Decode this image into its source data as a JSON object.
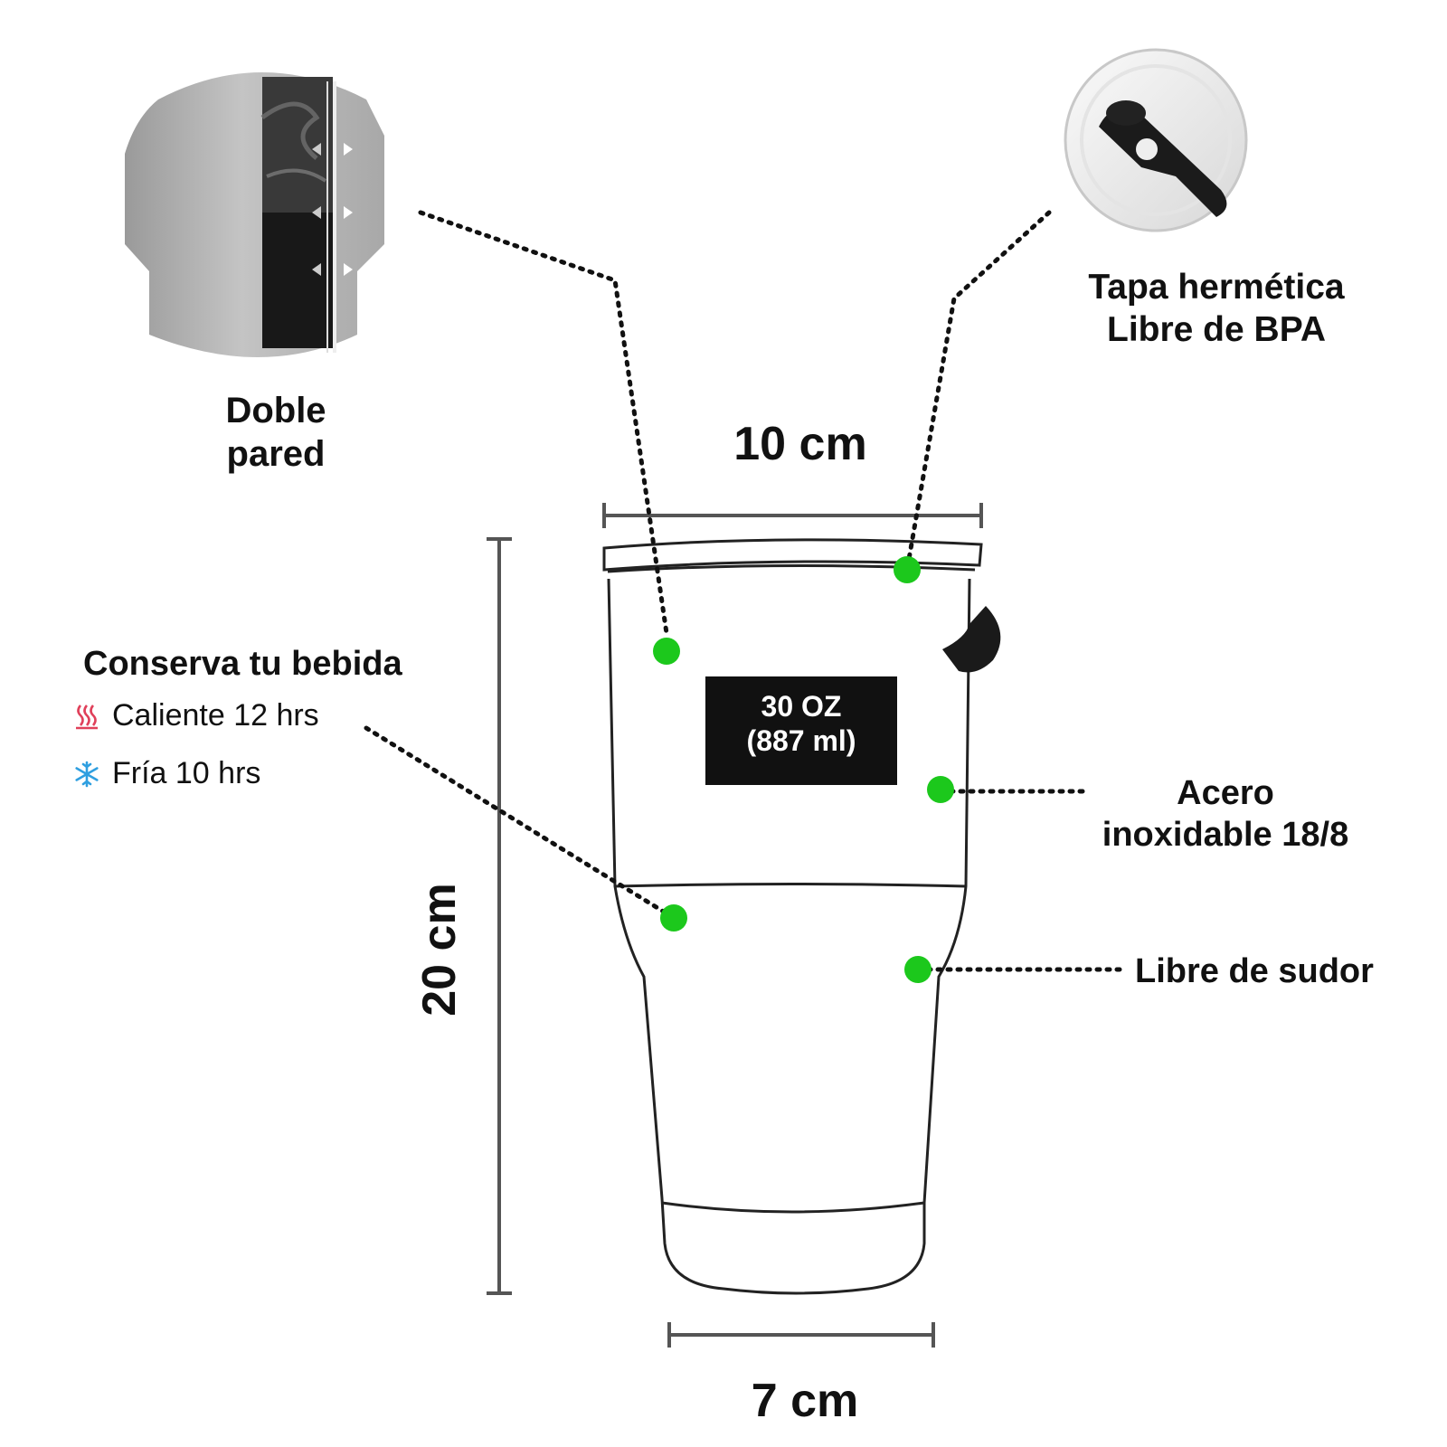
{
  "double_wall": {
    "line1": "Doble",
    "line2": "pared"
  },
  "lid": {
    "line1": "Tapa hermética",
    "line2": "Libre de BPA"
  },
  "capacity": {
    "line1": "30 OZ",
    "line2": "(887 ml)"
  },
  "steel": {
    "line1": "Acero",
    "line2": "inoxidable 18/8"
  },
  "sweat": "Libre de sudor",
  "keeps": {
    "title": "Conserva tu bebida",
    "hot": "Caliente 12 hrs",
    "cold": "Fría 10 hrs"
  },
  "dimensions": {
    "top_width": "10 cm",
    "height": "20 cm",
    "bottom_width": "7 cm"
  },
  "colors": {
    "dot": "#1cc81c",
    "hot_icon": "#e0405a",
    "cold_icon": "#2f9fe0",
    "label_box": "#111111"
  }
}
